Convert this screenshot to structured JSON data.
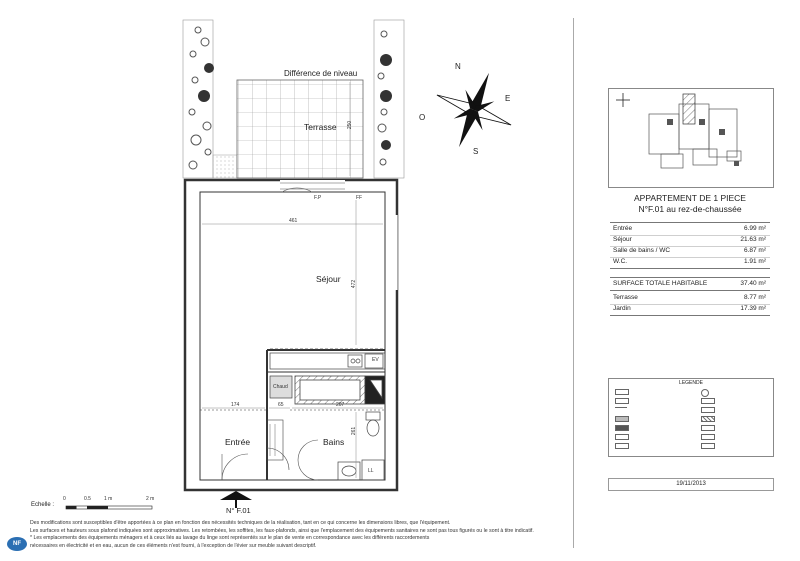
{
  "plan": {
    "labels": {
      "difference_niveau": "Différence de niveau",
      "terrasse": "Terrasse",
      "sejour": "Séjour",
      "entree": "Entrée",
      "bains": "Bains",
      "chaud": "Chaud",
      "ev": "EV",
      "ll": "LL",
      "ff": "FF",
      "fp": "F.P"
    },
    "dimensions": {
      "terrasse_depth": "250",
      "width_top": "461",
      "sejour_depth": "472",
      "entree_width": "174",
      "chaud_width": "65",
      "bains_width": "207",
      "bains_depth": "261"
    },
    "lot_marker": "N° F.01"
  },
  "compass": {
    "n": "N",
    "e": "E",
    "s": "S",
    "o": "O"
  },
  "scale": {
    "label": "Echelle :",
    "ticks": [
      "0",
      "0.5",
      "1 m",
      "2 m"
    ]
  },
  "panel": {
    "title_line1": "APPARTEMENT DE 1 PIECE",
    "title_line2": "N°F.01 au rez-de-chaussée",
    "rooms": [
      {
        "name": "Entrée",
        "area": "6.99 m²"
      },
      {
        "name": "Séjour",
        "area": "21.63 m²"
      },
      {
        "name": "Salle de bains / WC",
        "area": "6.87 m²"
      },
      {
        "name": "W.C.",
        "area": "1.91 m²"
      }
    ],
    "total_label": "SURFACE TOTALE HABITABLE",
    "total_value": "37.40 m²",
    "annexes": [
      {
        "name": "Terrasse",
        "area": "8.77 m²"
      },
      {
        "name": "Jardin",
        "area": "17.39 m²"
      }
    ],
    "legend_title": "LEGENDE",
    "date": "19/11/2013"
  },
  "notes": [
    "Des modifications sont susceptibles d'être apportées à ce plan en fonction des nécessités techniques de la réalisation, tant en ce qui concerne les dimensions libres, que l'équipement.",
    "Les surfaces et hauteurs sous plafond indiquées sont approximatives. Les retombées, les soffites, les faux-plafonds, ainsi que l'emplacement des équipements sanitaires ne sont pas tous figurés ou le sont à titre indicatif.",
    "* Les emplacements des équipements ménagers et à ceux liés au lavage du linge sont représentés sur le plan de vente en correspondance avec les différents raccordements",
    "nécessaires en électricité et en eau, aucun de ces éléments n'est fourni, à l'exception de l'évier sur meuble suivant descriptif."
  ],
  "colors": {
    "wall": "#333333",
    "grid": "#9a9a9a",
    "hatch": "#777777"
  }
}
